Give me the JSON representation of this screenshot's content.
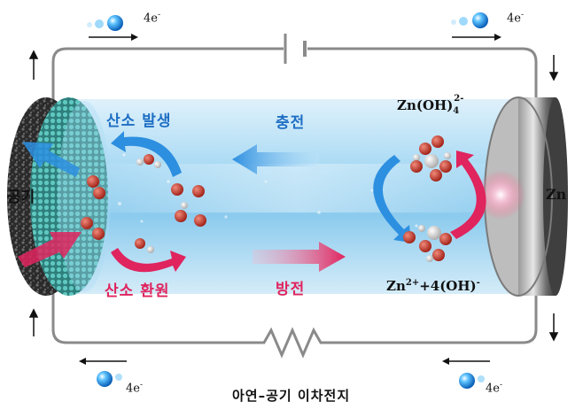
{
  "electrons": [
    {
      "label": "4e",
      "sign": "-"
    },
    {
      "label": "4e",
      "sign": "-"
    },
    {
      "label": "4e",
      "sign": "-"
    },
    {
      "label": "4e",
      "sign": "-"
    }
  ],
  "left_label": "공기",
  "right_label": "Zn",
  "oxygen_evolution": "산소 발생",
  "oxygen_reduction": "산소 환원",
  "charge": "충전",
  "discharge": "방전",
  "zincate": {
    "base": "Zn(OH)",
    "sub": "4",
    "sup": "2-"
  },
  "zinc_ion": {
    "zn": "Zn",
    "zn_sup": "2+",
    "mid": "+4(OH)",
    "oh_sup": "-"
  },
  "caption": "아연–공기 이차전지",
  "colors": {
    "circuit": "#8a8a8a",
    "blue_text": "#1f6fc4",
    "red_text": "#e0245e",
    "tube": "#9fd3f2",
    "oxygen": "#c0392b"
  }
}
